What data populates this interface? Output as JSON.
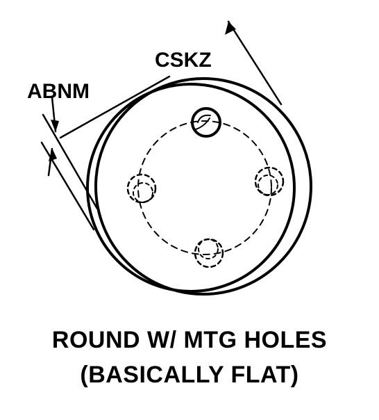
{
  "labels": {
    "cskz": "CSKZ",
    "abnm": "ABNM"
  },
  "caption": {
    "line1": "ROUND W/  MTG HOLES",
    "line2": "(BASICALLY FLAT)"
  },
  "colors": {
    "ink": "#000000",
    "paper": "#ffffff"
  }
}
